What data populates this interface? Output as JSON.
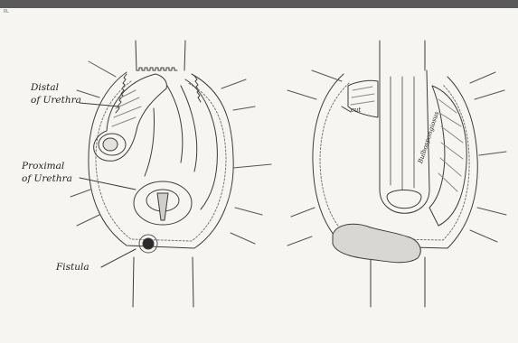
{
  "labels": {
    "distal_line1": "Distal",
    "distal_line2": "of Urethra",
    "proximal_line1": "Proximal",
    "proximal_line2": "of Urethra",
    "fistula": "Fistula",
    "cut": "cut",
    "bulbospongiosus": "Bulbospongiosus"
  }
}
